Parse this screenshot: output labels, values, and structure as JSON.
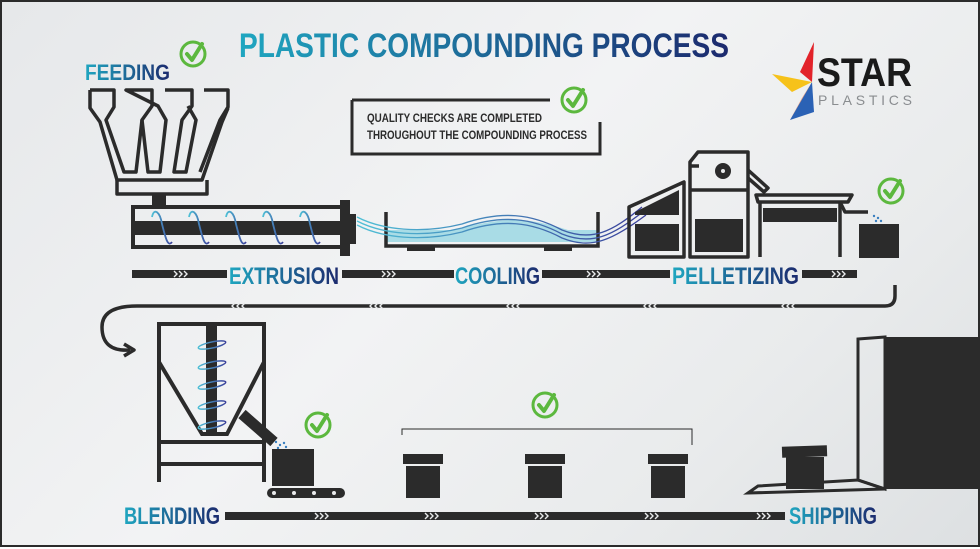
{
  "title": "PLASTIC COMPOUNDING PROCESS",
  "logo": {
    "name": "STAR",
    "subtitle": "PLASTICS"
  },
  "quality_note": {
    "line1": "QUALITY CHECKS ARE COMPLETED",
    "line2": "THROUGHOUT THE COMPOUNDING PROCESS"
  },
  "steps": [
    {
      "id": "feeding",
      "label": "FEEDING",
      "checked": true
    },
    {
      "id": "extrusion",
      "label": "EXTRUSION",
      "checked": false
    },
    {
      "id": "cooling",
      "label": "COOLING",
      "checked": false
    },
    {
      "id": "pelletizing",
      "label": "PELLETIZING",
      "checked": true
    },
    {
      "id": "blending",
      "label": "BLENDING",
      "checked": true
    },
    {
      "id": "packaging",
      "label": "",
      "checked": true
    },
    {
      "id": "shipping",
      "label": "SHIPPING",
      "checked": false
    }
  ],
  "icons": {
    "check": "check-circle-icon",
    "arrow": "chevron-arrows-icon"
  },
  "colors": {
    "gradient_start": "#1fa6c0",
    "gradient_end": "#1c2a6e",
    "dark": "#2b2b2b",
    "check_green": "#5cb83e",
    "water": "#a9dce6",
    "logo_red": "#e2232a",
    "logo_yellow": "#f6c21a",
    "logo_blue": "#2b62b5"
  }
}
